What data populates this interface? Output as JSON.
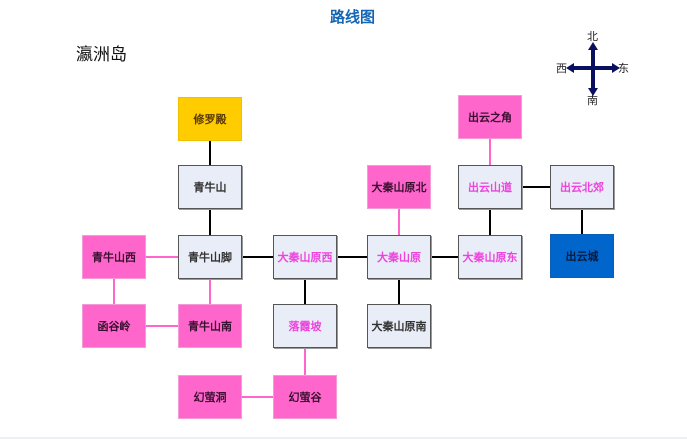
{
  "title": "路线图",
  "region_name": "瀛洲岛",
  "compass": {
    "north": "北",
    "south": "南",
    "east": "东",
    "west": "西",
    "icon": "compass-cross-arrows-icon",
    "color": "#0a1060"
  },
  "colors": {
    "gray_box": "#e8edf7",
    "pink_box": "#ff66cc",
    "gold_box": "#ffcc00",
    "blue_box": "#0066cc",
    "black_link": "#000000",
    "pink_link": "#ff66cc",
    "title_color": "#1565b5"
  },
  "nodes": [
    {
      "id": "xiuluodian",
      "label": "修罗殿",
      "style": "gold",
      "text": "dark"
    },
    {
      "id": "qingniushan",
      "label": "青牛山",
      "style": "gray",
      "text": "dark"
    },
    {
      "id": "qingniushanxi",
      "label": "青牛山西",
      "style": "pink",
      "text": "dark"
    },
    {
      "id": "qingniushanjiao",
      "label": "青牛山脚",
      "style": "gray",
      "text": "dark"
    },
    {
      "id": "hanguling",
      "label": "函谷岭",
      "style": "pink",
      "text": "dark"
    },
    {
      "id": "qingniushannan",
      "label": "青牛山南",
      "style": "pink",
      "text": "dark"
    },
    {
      "id": "daqinshanyuanxi",
      "label": "大秦山原西",
      "style": "gray",
      "text": "pink"
    },
    {
      "id": "luoxiapo",
      "label": "落霞坡",
      "style": "gray",
      "text": "pink"
    },
    {
      "id": "huanyingdong",
      "label": "幻萤洞",
      "style": "pink",
      "text": "dark"
    },
    {
      "id": "huanyinggu",
      "label": "幻萤谷",
      "style": "pink",
      "text": "dark"
    },
    {
      "id": "daqinshanyuanbei",
      "label": "大秦山原北",
      "style": "pink",
      "text": "dark"
    },
    {
      "id": "daqinshanyuan",
      "label": "大秦山原",
      "style": "gray",
      "text": "pink"
    },
    {
      "id": "daqinshanyuannan",
      "label": "大秦山原南",
      "style": "gray",
      "text": "dark"
    },
    {
      "id": "chuyunzhijiao",
      "label": "出云之角",
      "style": "pink",
      "text": "dark"
    },
    {
      "id": "chuyunshandao",
      "label": "出云山道",
      "style": "gray",
      "text": "pink"
    },
    {
      "id": "daqinshanyuandong",
      "label": "大秦山原东",
      "style": "gray",
      "text": "pink"
    },
    {
      "id": "chuyunbeijiao",
      "label": "出云北郊",
      "style": "gray",
      "text": "pink"
    },
    {
      "id": "chuyuncheng",
      "label": "出云城",
      "style": "blue",
      "text": "dark"
    }
  ],
  "links": [
    {
      "from": "xiuluodian",
      "to": "qingniushan",
      "type": "black"
    },
    {
      "from": "qingniushan",
      "to": "qingniushanjiao",
      "type": "black"
    },
    {
      "from": "qingniushanxi",
      "to": "qingniushanjiao",
      "type": "pink"
    },
    {
      "from": "qingniushanxi",
      "to": "hanguling",
      "type": "pink"
    },
    {
      "from": "hanguling",
      "to": "qingniushannan",
      "type": "pink"
    },
    {
      "from": "qingniushanjiao",
      "to": "qingniushannan",
      "type": "pink"
    },
    {
      "from": "qingniushanjiao",
      "to": "daqinshanyuanxi",
      "type": "black"
    },
    {
      "from": "daqinshanyuanxi",
      "to": "luoxiapo",
      "type": "black"
    },
    {
      "from": "luoxiapo",
      "to": "huanyinggu",
      "type": "pink"
    },
    {
      "from": "huanyingdong",
      "to": "huanyinggu",
      "type": "pink"
    },
    {
      "from": "daqinshanyuanxi",
      "to": "daqinshanyuan",
      "type": "black"
    },
    {
      "from": "daqinshanyuanbei",
      "to": "daqinshanyuan",
      "type": "pink"
    },
    {
      "from": "daqinshanyuan",
      "to": "daqinshanyuannan",
      "type": "black"
    },
    {
      "from": "daqinshanyuan",
      "to": "daqinshanyuandong",
      "type": "black"
    },
    {
      "from": "chuyunzhijiao",
      "to": "chuyunshandao",
      "type": "pink"
    },
    {
      "from": "chuyunshandao",
      "to": "daqinshanyuandong",
      "type": "black"
    },
    {
      "from": "chuyunshandao",
      "to": "chuyunbeijiao",
      "type": "black"
    },
    {
      "from": "chuyunbeijiao",
      "to": "chuyuncheng",
      "type": "black"
    }
  ]
}
